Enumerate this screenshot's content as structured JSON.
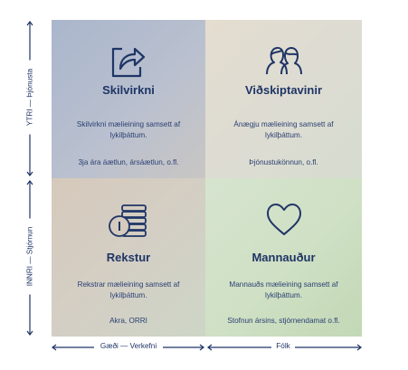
{
  "quadrants": {
    "top_left": {
      "icon": "share-arrow-icon",
      "title": "Skilvirkni",
      "description": "Skilvirkni mælieining samsett af lykilþáttum.",
      "examples": "3ja ára áætlun, ársáætlun, o.fl."
    },
    "top_right": {
      "icon": "people-faces-icon",
      "title": "Viðskiptavinir",
      "description": "Ánægju mælieining samsett af lykilþáttum.",
      "examples": "Þjónustukönnun, o.fl."
    },
    "bottom_left": {
      "icon": "coin-stack-icon",
      "title": "Rekstur",
      "description": "Rekstrar mælieining samsett af lykilþáttum.",
      "examples": "Akra, ORRI"
    },
    "bottom_right": {
      "icon": "heart-icon",
      "title": "Mannauður",
      "description": "Mannauðs mælieining samsett af lykilþáttum.",
      "examples": "Stofnun ársins, stjórnendamat o.fl."
    }
  },
  "axes": {
    "left_top": "YTRI — Þjónusta",
    "left_bottom": "INNRI — Stjórnun",
    "bottom_left": "Gæði — Verkefni",
    "bottom_right": "Fólk"
  },
  "colors": {
    "text": "#1f3566",
    "top_left": "#aab6cc",
    "top_right": "#e4ddd0",
    "bottom_left": "#d6c9bb",
    "bottom_right": "#cfe0c4"
  }
}
